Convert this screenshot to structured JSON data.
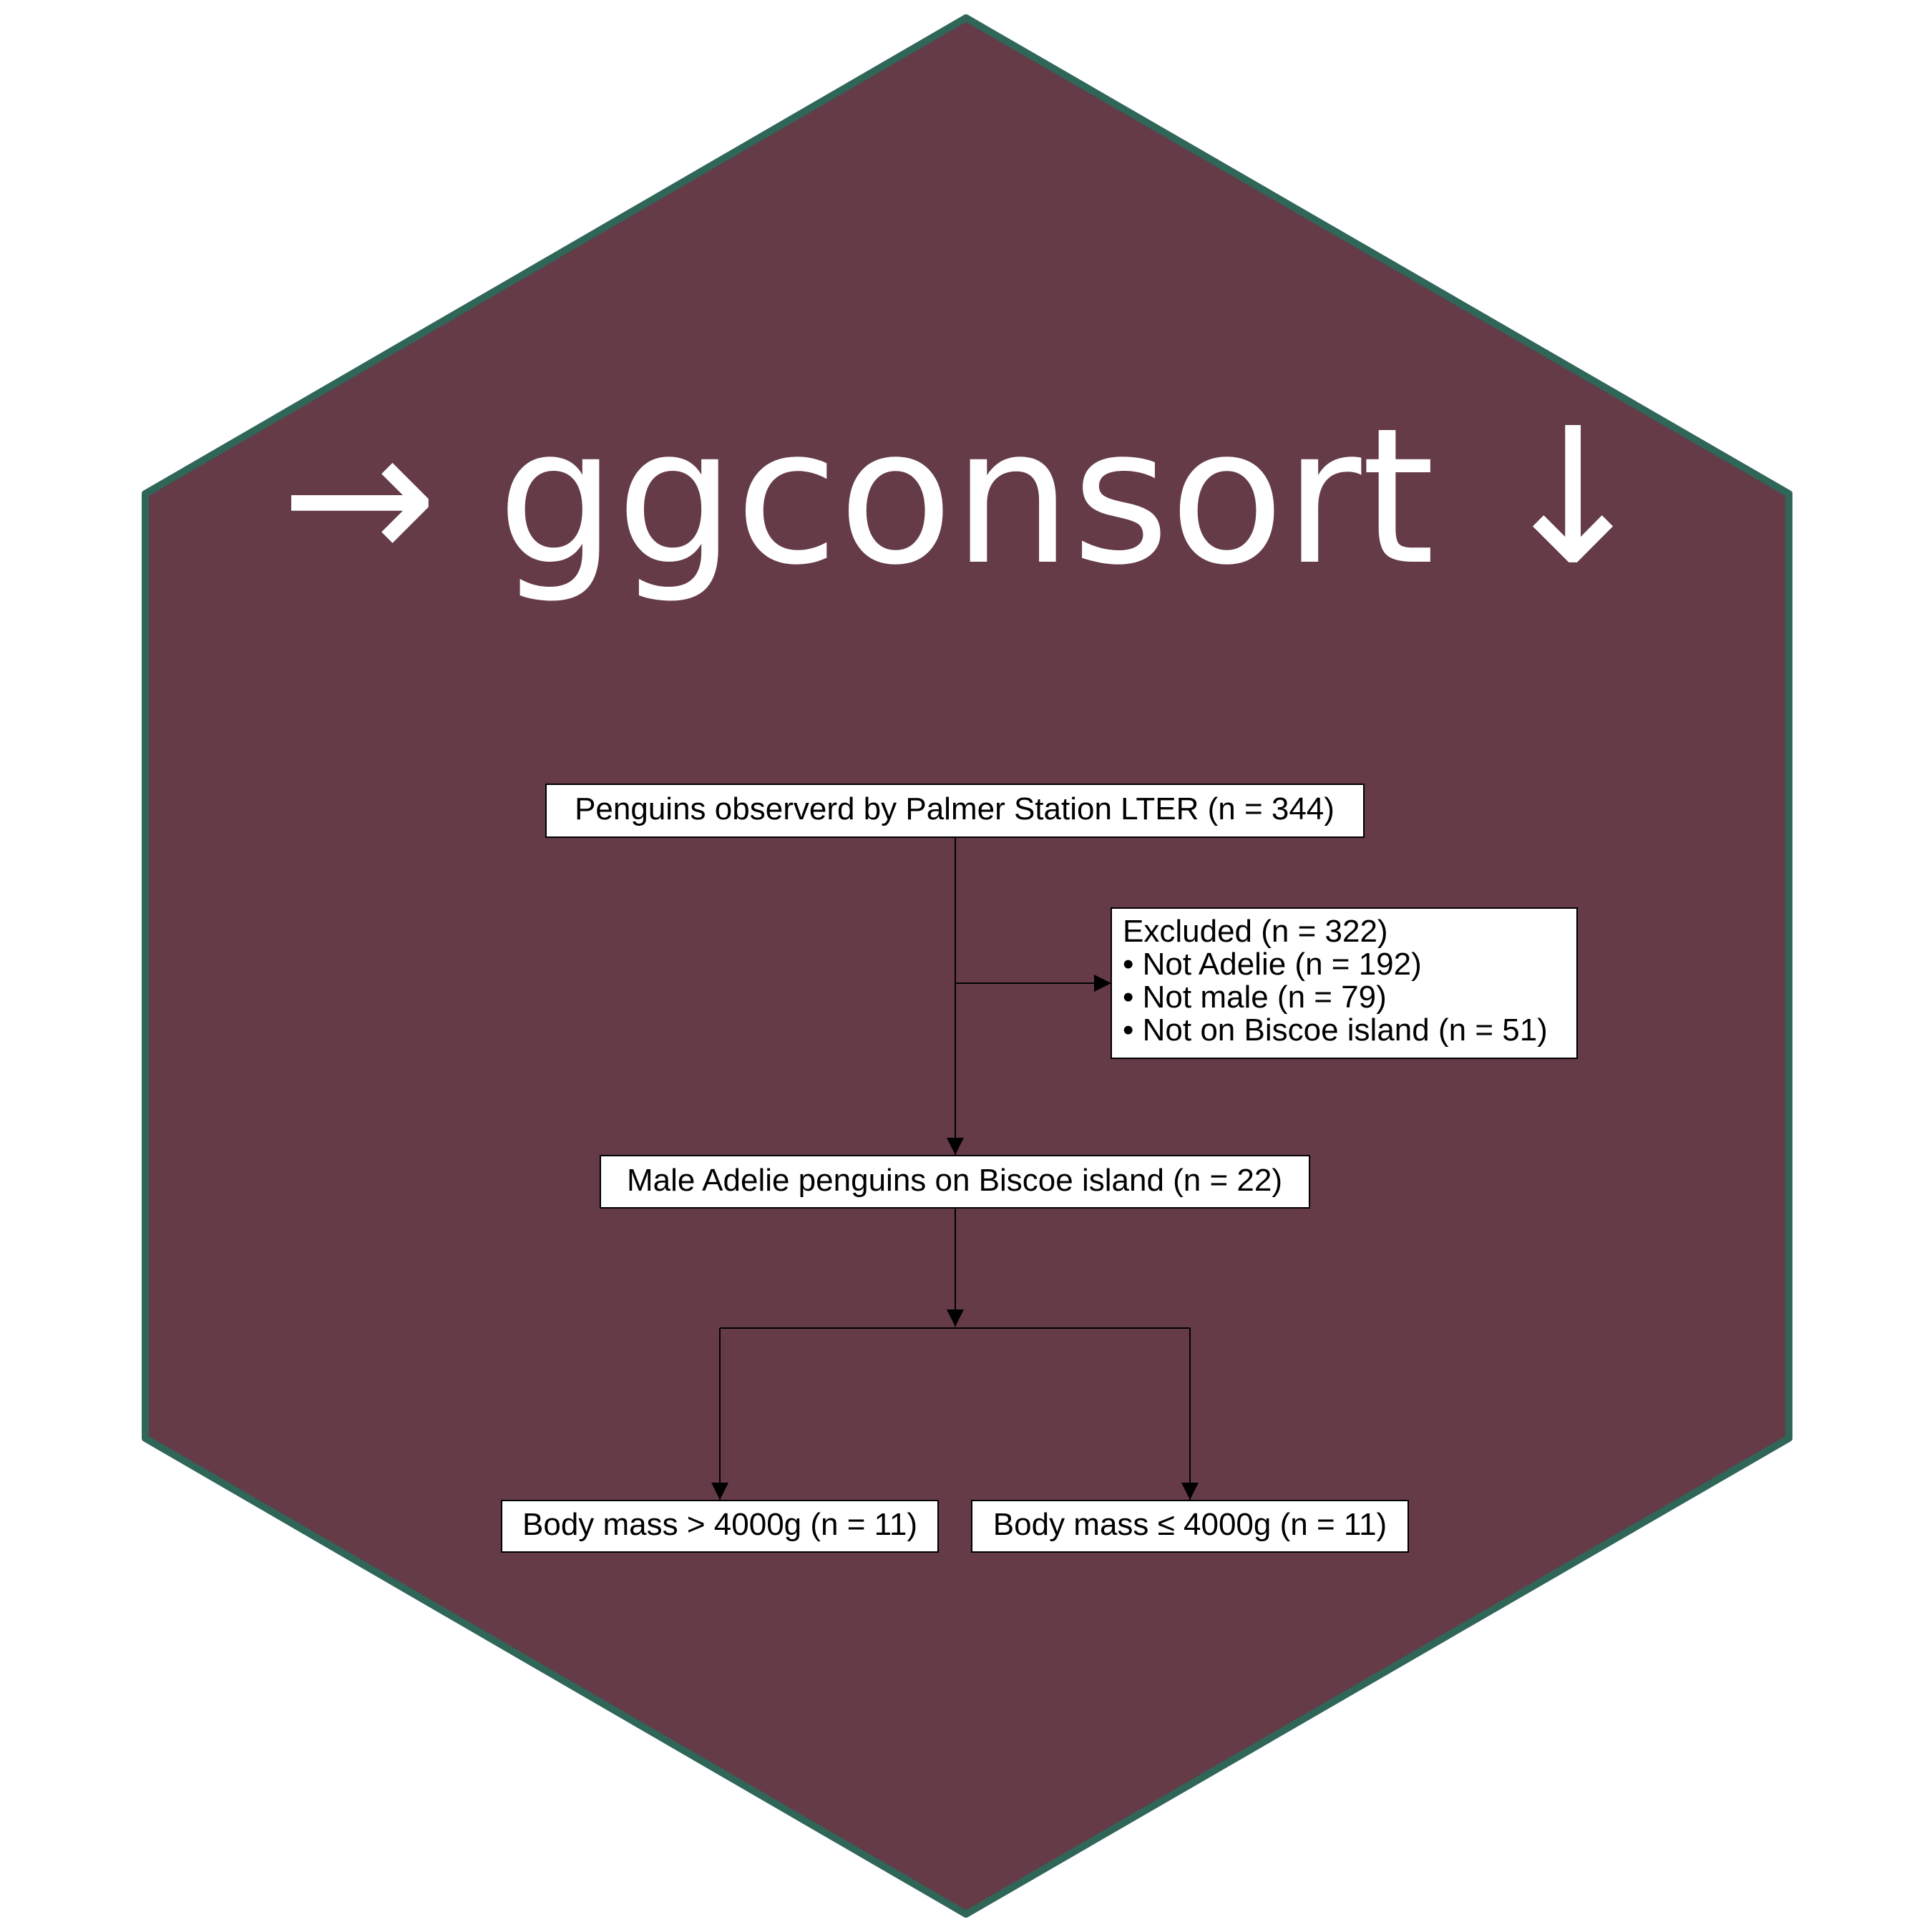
{
  "hex_fill": "#643b46",
  "hex_border": "#2f6658",
  "line_color": "#000000",
  "box_fill": "#ffffff",
  "title": {
    "text": "→ ggconsort ↓"
  },
  "nodes": {
    "root": {
      "text": "Penguins observerd by Palmer Station LTER (n = 344)"
    },
    "excluded": {
      "lines": [
        "Excluded (n = 322)",
        "• Not Adelie (n = 192)",
        "• Not male (n = 79)",
        "• Not on Biscoe island (n = 51)"
      ]
    },
    "included": {
      "text": "Male Adelie penguins on Biscoe island (n = 22)"
    },
    "heavy": {
      "text": "Body mass > 4000g (n = 11)"
    },
    "light": {
      "text": "Body mass ≤ 4000g (n = 11)"
    }
  }
}
